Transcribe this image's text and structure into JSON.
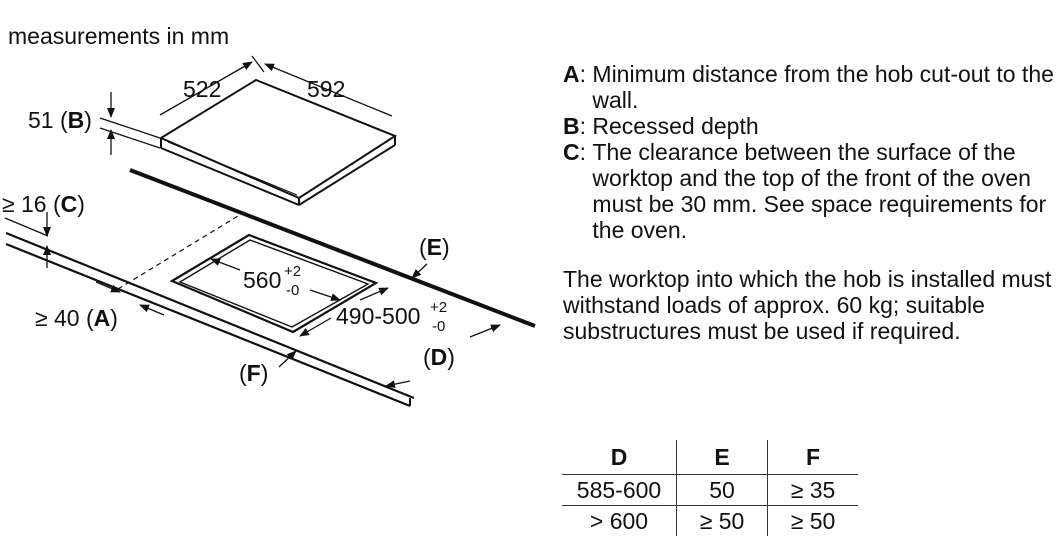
{
  "header": {
    "units_note": "measurements in mm"
  },
  "diagram": {
    "hob_depth": "522",
    "hob_width": "592",
    "recess_value": "51",
    "recess_letter": "B",
    "clearance_value": "≥ 16",
    "clearance_letter": "C",
    "wall_value": "≥ 40",
    "wall_letter": "A",
    "cutout_width": "560",
    "cutout_width_tol_plus": "+2",
    "cutout_width_tol_minus": "-0",
    "cutout_depth": "490-500",
    "cutout_depth_tol_plus": "+2",
    "cutout_depth_tol_minus": "-0",
    "label_d": "D",
    "label_e": "E",
    "label_f": "F"
  },
  "legend": [
    {
      "key": "A",
      "text": "Minimum distance from the hob cut-out to the wall."
    },
    {
      "key": "B",
      "text": "Recessed depth"
    },
    {
      "key": "C",
      "text": "The clearance between the surface of the worktop and the top of the front of the oven must be 30 mm. See space requirements for the oven."
    }
  ],
  "note": "The worktop into which the hob is installed must withstand loads of approx. 60 kg; suitable substructures must be used if required.",
  "table": {
    "headers": [
      "D",
      "E",
      "F"
    ],
    "rows": [
      [
        "585-600",
        "50",
        "≥ 35"
      ],
      [
        "> 600",
        "≥ 50",
        "≥ 50"
      ]
    ]
  }
}
